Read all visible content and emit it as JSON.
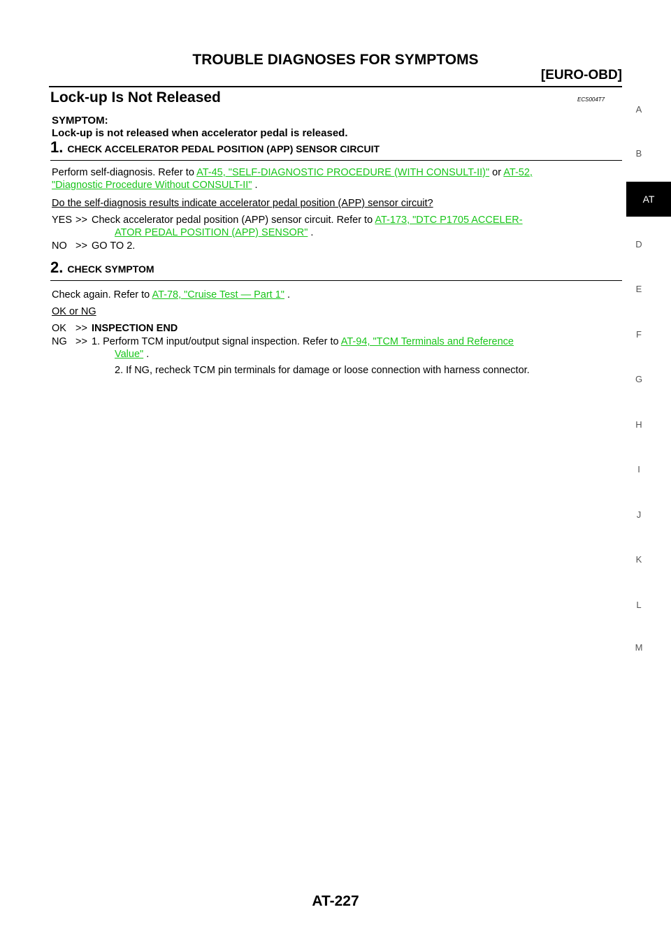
{
  "header": {
    "title": "TROUBLE DIAGNOSES FOR SYMPTOMS",
    "subtitle": "[EURO-OBD]"
  },
  "section": {
    "title": "Lock-up Is Not Released",
    "code": "ECS004T7",
    "symptom_label": "SYMPTOM:",
    "symptom_text": "Lock-up is not released when accelerator pedal is released."
  },
  "step1": {
    "num": "1.",
    "label": "CHECK ACCELERATOR PEDAL POSITION (APP) SENSOR CIRCUIT",
    "intro": "Perform self-diagnosis. Refer to ",
    "link1": "AT-45, \"SELF-DIAGNOSTIC PROCEDURE (WITH CONSULT-II)\"",
    "or": " or ",
    "link2a": "AT-52,",
    "link2b": "\"Diagnostic Procedure Without CONSULT-II\"",
    "end": " .",
    "question": "Do the self-diagnosis results indicate accelerator pedal position (APP) sensor circuit?",
    "yes_key": "YES",
    "yes_arrow": ">>",
    "yes_text": "Check accelerator pedal position (APP) sensor circuit. Refer to ",
    "yes_link_a": "AT-173, \"DTC P1705 ACCELER-",
    "yes_link_b": "ATOR PEDAL POSITION (APP) SENSOR\"",
    "yes_end": " .",
    "no_key": "NO",
    "no_arrow": ">>",
    "no_text": "GO TO 2."
  },
  "step2": {
    "num": "2.",
    "label": "CHECK SYMPTOM",
    "intro": "Check again. Refer to ",
    "link": "AT-78, \"Cruise Test — Part 1\"",
    "end": " .",
    "question": "OK or NG",
    "ok_key": "OK",
    "ok_arrow": ">>",
    "ok_text": "INSPECTION END",
    "ng_key": "NG",
    "ng_arrow": ">>",
    "ng_text1": "1. Perform TCM input/output signal inspection. Refer to ",
    "ng_link_a": "AT-94, \"TCM Terminals and Reference",
    "ng_link_b": "Value\"",
    "ng_end": " .",
    "ng_text2": "2. If NG, recheck TCM pin terminals for damage or loose connection with harness connector."
  },
  "side_index": {
    "a": "A",
    "b": "B",
    "at": "AT",
    "d": "D",
    "e": "E",
    "f": "F",
    "g": "G",
    "h": "H",
    "i": "I",
    "j": "J",
    "k": "K",
    "l": "L",
    "m": "M"
  },
  "footer": {
    "page": "AT-227"
  }
}
